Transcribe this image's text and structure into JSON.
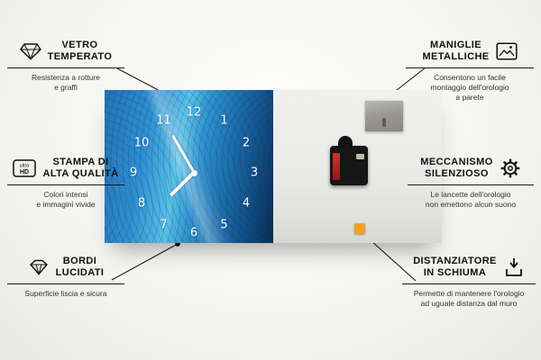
{
  "features": [
    {
      "icon": "diamond",
      "title": "VETRO\nTEMPERATO",
      "subtitle": "Resistenza a rotture\ne graffi"
    },
    {
      "icon": "ultra-hd",
      "title": "STAMPA DI\nALTA QUALITÀ",
      "subtitle": "Colori intensi\ne immagini vivide"
    },
    {
      "icon": "polished-edge",
      "title": "BORDI\nLUCIDATI",
      "subtitle": "Superficie liscia e sicura"
    },
    {
      "icon": "picture-frame",
      "title": "MANIGLIE\nMETALLICHE",
      "subtitle": "Consentono un facile\nmontaggio dell'orologio\na parete"
    },
    {
      "icon": "gear",
      "title": "MECCANISMO\nSILENZIOSO",
      "subtitle": "Le lancette dell'orologio\nnon emettono alcun suono"
    },
    {
      "icon": "foam-spacer",
      "title": "DISTANZIATORE\nIN SCHIUMA",
      "subtitle": "Permette di mantenere l'orologio\nad uguale distanza dal muro"
    }
  ],
  "ultra_hd_icon": {
    "line1": "ultra",
    "line2": "HD"
  },
  "clock": {
    "numbers": [
      "1",
      "2",
      "3",
      "4",
      "5",
      "6",
      "7",
      "8",
      "9",
      "10",
      "11",
      "12"
    ],
    "hour_hand_angle": 225,
    "minute_hand_angle": 330
  },
  "colors": {
    "accent_blue": "#2f8fd2",
    "foam_orange": "#f09f2e",
    "battery_red": "#c42020",
    "line_black": "#1b1b1b"
  }
}
